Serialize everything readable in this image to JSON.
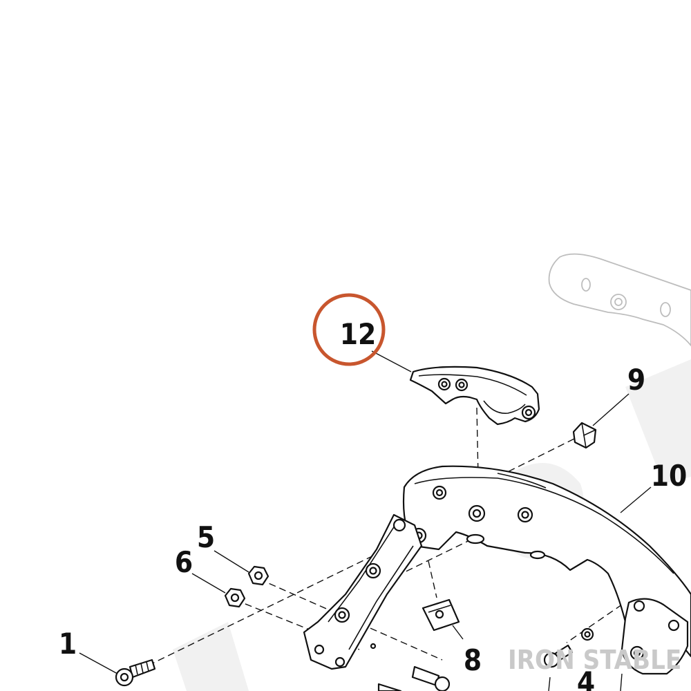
{
  "callouts": {
    "c1": "1",
    "c4": "4",
    "c5": "5",
    "c6": "6",
    "c8": "8",
    "c9": "9",
    "c10": "10",
    "c12": "12"
  },
  "highlight": {
    "target": "12",
    "color": "#c8562e"
  },
  "watermark": {
    "text": "IRON STABLE",
    "color": "#c9c9c9"
  },
  "colors": {
    "line": "#111111",
    "ghost_part": "#bdbdbd",
    "background": "#ffffff"
  }
}
